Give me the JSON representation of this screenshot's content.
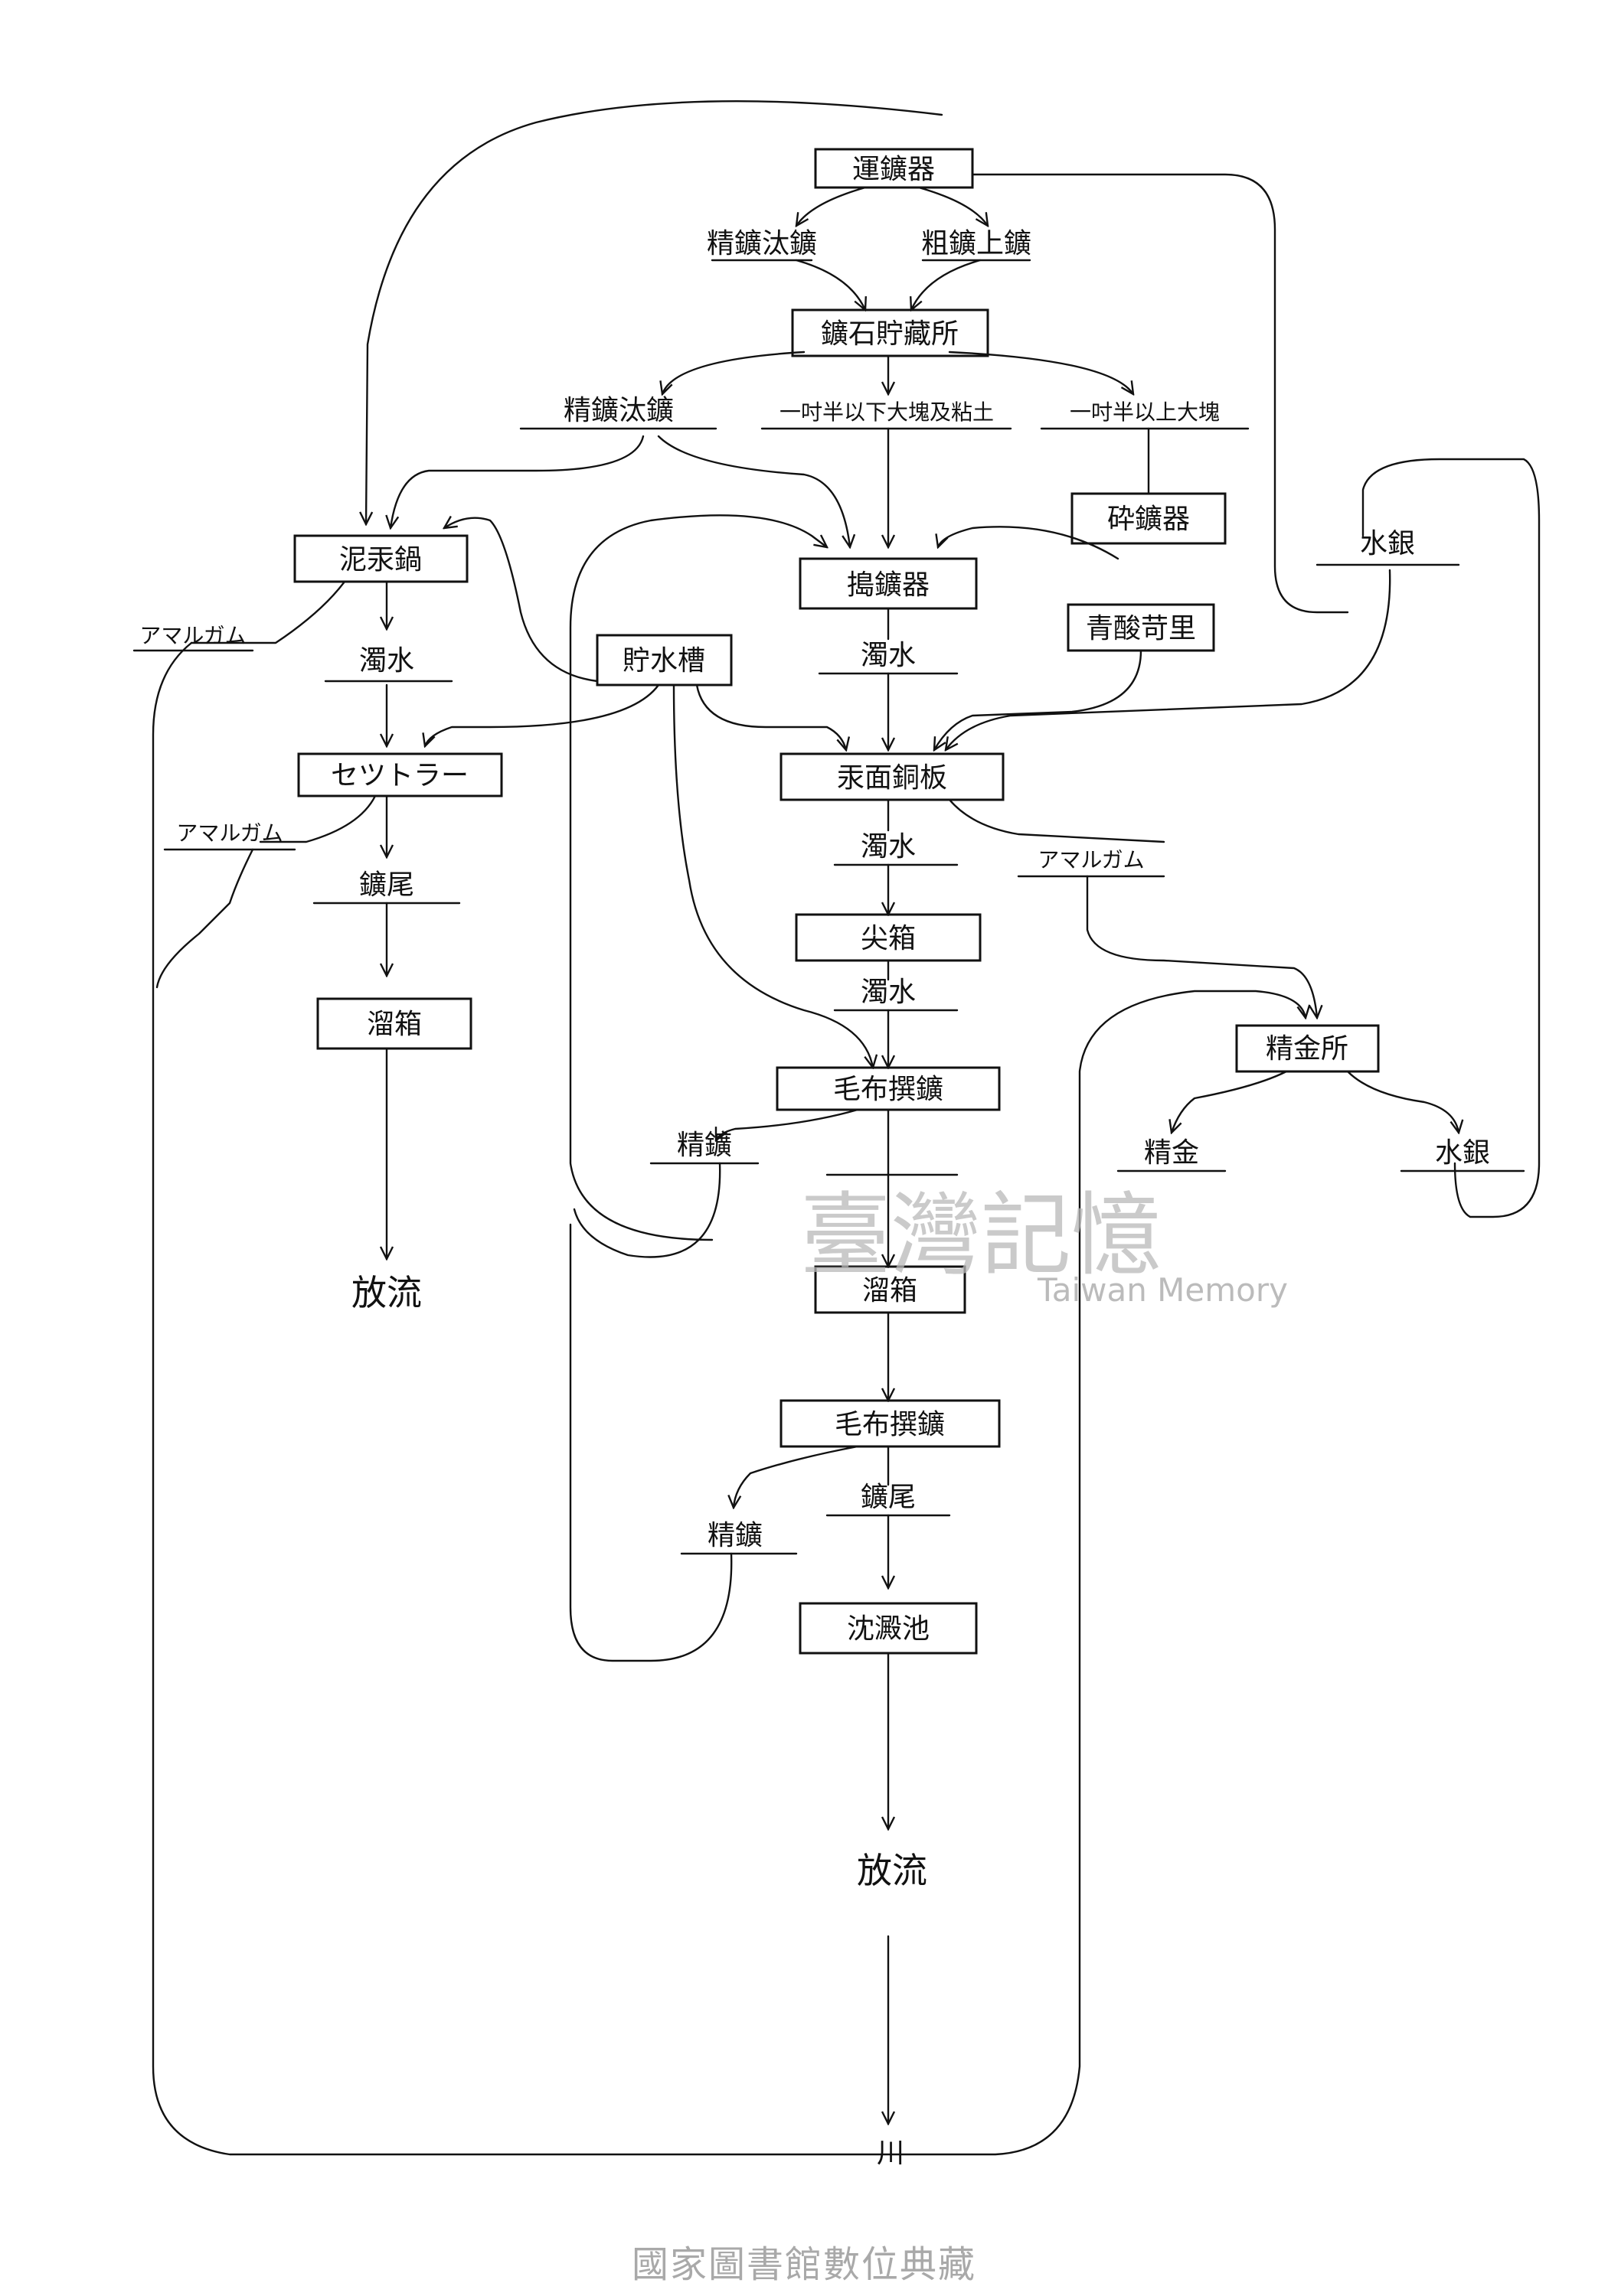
{
  "nodes": {
    "ore_carrier": "運鑛器",
    "refined_ore_1": "精鑛汰鑛",
    "rough_ore_1": "粗鑛上鑛",
    "ore_storage": "鑛石貯藏所",
    "refined_ore_2": "精鑛汰鑛",
    "small_lumps": "一吋半以下大塊及粘土",
    "large_lumps": "一吋半以上大塊",
    "crusher": "砕鑛器",
    "mercury_pot": "泥汞鍋",
    "stamp_mill": "搗鑛器",
    "cyanide": "青酸苛里",
    "mercury_1": "水銀",
    "amalgam_1": "アマルガム",
    "muddy_water_1": "濁水",
    "water_tank": "貯水槽",
    "muddy_water_2": "濁水",
    "settler": "セツトラー",
    "amalgam_2": "アマルガム",
    "tailings_1": "鑛尾",
    "sluice_1": "溜箱",
    "discharge_1": "放流",
    "copper_plate": "汞面銅板",
    "muddy_water_3": "濁水",
    "amalgam_3": "アマルガム",
    "pointed_box": "尖箱",
    "muddy_water_4": "濁水",
    "refinery": "精金所",
    "blanket_1": "毛布撰鑛",
    "refined_ore_3": "精鑛",
    "refined_gold": "精金",
    "mercury_2": "水銀",
    "sluice_2": "溜箱",
    "blanket_2": "毛布撰鑛",
    "refined_ore_4": "精鑛",
    "tailings_2": "鑛尾",
    "settling_pond": "沈澱池",
    "discharge_2": "放流",
    "river": "川"
  },
  "watermark": {
    "chinese": "臺灣記憶",
    "english": "Taiwan Memory"
  },
  "footer": "國家圖書館數位典藏"
}
